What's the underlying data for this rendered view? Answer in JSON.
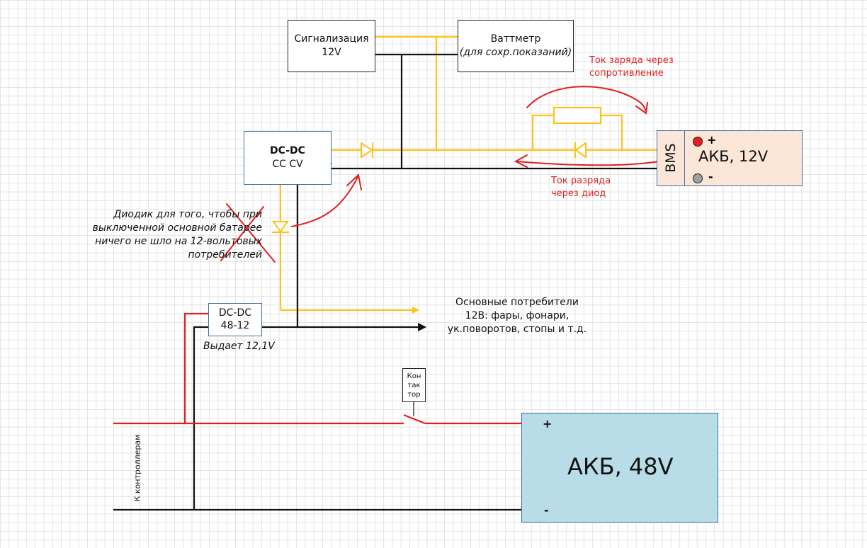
{
  "alarm": {
    "line1": "Сигнализация",
    "line2": "12V"
  },
  "wattmeter": {
    "line1": "Ваттметр",
    "line2": "(для сохр.показаний)"
  },
  "dcdc_main": {
    "line1": "DC-DC",
    "line2": "CC CV"
  },
  "dcdc_4812": {
    "line1": "DC-DC",
    "line2": "48-12",
    "note": "Выдает 12,1V"
  },
  "battery12": {
    "bms": "BMS",
    "label": "АКБ, 12V",
    "plus": "+",
    "minus": "-"
  },
  "battery48": {
    "label": "АКБ, 48V",
    "plus": "+",
    "minus": "-"
  },
  "contactor": {
    "line1": "Кон",
    "line2": "так",
    "line3": "тор"
  },
  "controllers_label": "К контроллерам",
  "charge_note": {
    "line1": "Ток  заряда  через",
    "line2": "сопротивление"
  },
  "discharge_note": {
    "line1": "Ток  разряда",
    "line2": "через  диод"
  },
  "diode_note": {
    "line1": "Диодик для того, чтобы при",
    "line2": "выключенной основной батарее",
    "line3": "ничего не шло на 12-вольтовых",
    "line4": "потребителей"
  },
  "consumers": {
    "line1": "Основные потребители",
    "line2": "12В: фары, фонари,",
    "line3": "ук.поворотов, стопы и т.д."
  },
  "colors": {
    "positive_12v": "#ffc21a",
    "positive_48v": "#e81c1c",
    "negative": "#111111",
    "annotation": "#e02020",
    "battery12_fill": "#fbe6d8",
    "battery48_fill": "#b9dde8"
  }
}
